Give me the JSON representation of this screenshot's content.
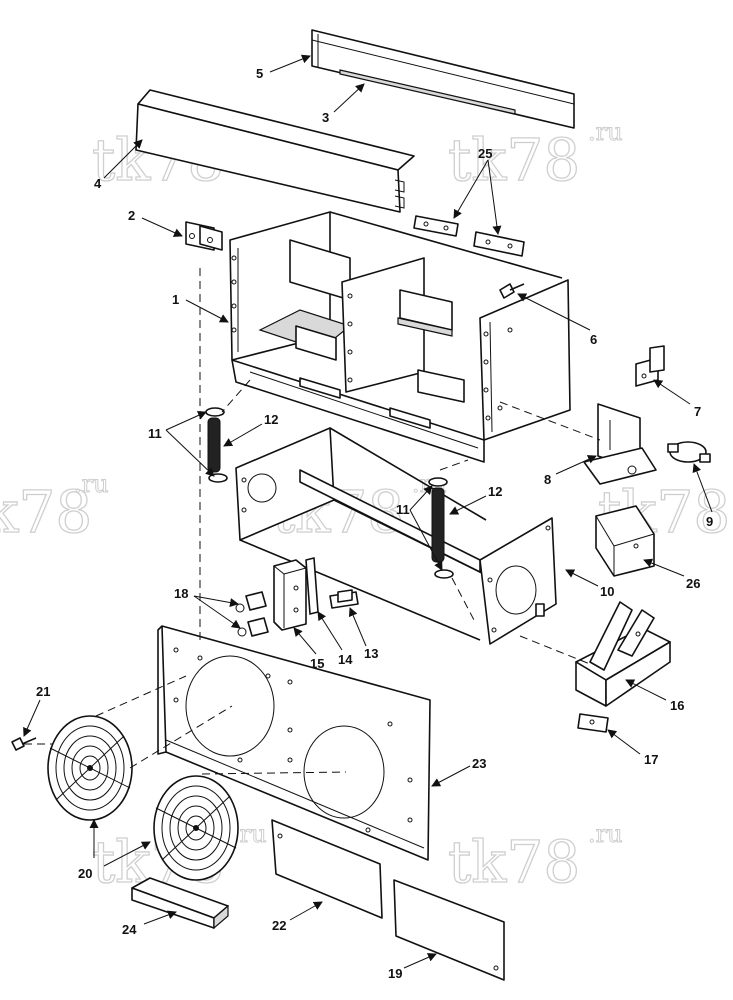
{
  "watermark": {
    "main": "tk78",
    "suffix": ".ru"
  },
  "callouts": {
    "c1": "1",
    "c2": "2",
    "c3": "3",
    "c4": "4",
    "c5": "5",
    "c6": "6",
    "c7": "7",
    "c8": "8",
    "c9": "9",
    "c10": "10",
    "c11a": "11",
    "c11b": "11",
    "c12a": "12",
    "c12b": "12",
    "c13": "13",
    "c14": "14",
    "c15": "15",
    "c16": "16",
    "c17": "17",
    "c18": "18",
    "c19": "19",
    "c20": "20",
    "c21": "21",
    "c22": "22",
    "c23": "23",
    "c24": "24",
    "c25": "25",
    "c26": "26"
  }
}
